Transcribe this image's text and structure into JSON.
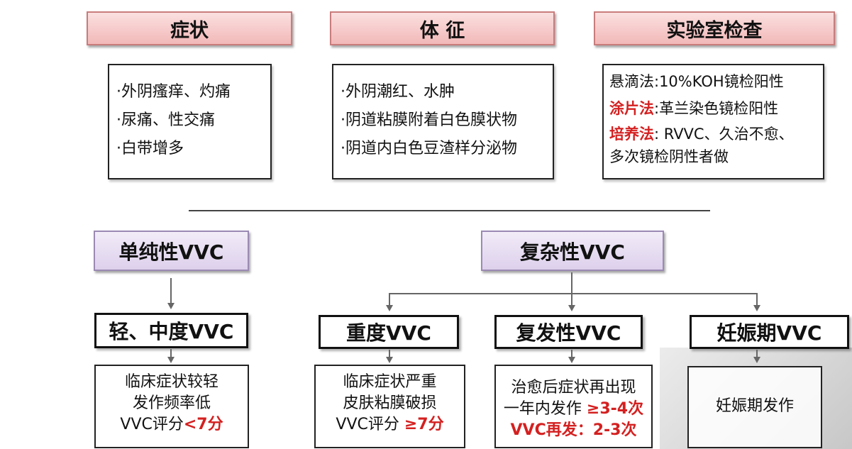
{
  "headers": {
    "symptoms": "症状",
    "signs": "体 征",
    "lab": "实验室检查"
  },
  "symptoms_list": [
    "·外阴瘙痒、灼痛",
    "·尿痛、性交痛",
    "·白带增多"
  ],
  "signs_list": [
    "·外阴潮红、水肿",
    "·阴道粘膜附着白色膜状物",
    "·阴道内白色豆渣样分泌物"
  ],
  "lab_list": {
    "l1": "悬滴法:10%KOH镜检阳性",
    "l2_label": "涂片法",
    "l2_text": ":革兰染色镜检阳性",
    "l3_label": "培养法",
    "l3_text": ": RVVC、久治不愈、",
    "l4": "多次镜检阴性者做"
  },
  "categories": {
    "simple": "单纯性VVC",
    "complex": "复杂性VVC"
  },
  "types": {
    "mild": "轻、中度VVC",
    "severe": "重度VVC",
    "recurrent": "复发性VVC",
    "pregnancy": "妊娠期VVC"
  },
  "descriptions": {
    "mild": {
      "l1": "临床症状较轻",
      "l2": "发作频率低",
      "l3_a": "VVC评分",
      "l3_b": "<7分"
    },
    "severe": {
      "l1": "临床症状严重",
      "l2": "皮肤粘膜破损",
      "l3_a": "VVC评分 ",
      "l3_b": "≥7分"
    },
    "recurrent": {
      "l1": "治愈后症状再出现",
      "l2_a": "一年内发作 ",
      "l2_b": "≥3-4次",
      "l3": "VVC再发：2-3次"
    },
    "pregnancy": {
      "l1": "妊娠期发作"
    }
  },
  "colors": {
    "header_fill": "#f2b8b8",
    "category_fill": "#ddd0ec",
    "highlight": "#d42020"
  }
}
